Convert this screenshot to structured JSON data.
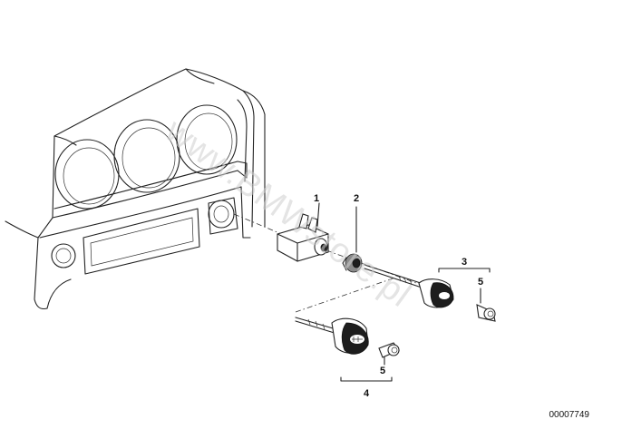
{
  "diagram": {
    "callouts": [
      "1",
      "2",
      "3",
      "5",
      "4",
      "5"
    ],
    "watermark": "www.BMWstore.pl",
    "part_number": "00007749"
  }
}
